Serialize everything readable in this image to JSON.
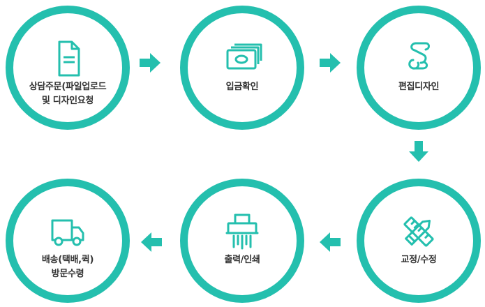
{
  "colors": {
    "accent": "#24bfae",
    "text": "#333333"
  },
  "steps": [
    {
      "icon": "document-icon",
      "lines": [
        "상담주문(파일업로드",
        "및 디자인요청"
      ]
    },
    {
      "icon": "money-icon",
      "lines": [
        "입금확인"
      ]
    },
    {
      "icon": "scroll-icon",
      "lines": [
        "편집디자인"
      ]
    },
    {
      "icon": "ruler-pencil-icon",
      "lines": [
        "교정/수정"
      ]
    },
    {
      "icon": "shredder-printer-icon",
      "lines": [
        "출력/인쇄"
      ]
    },
    {
      "icon": "truck-icon",
      "lines": [
        "배송(택배,퀵)",
        "방문수령"
      ]
    }
  ]
}
